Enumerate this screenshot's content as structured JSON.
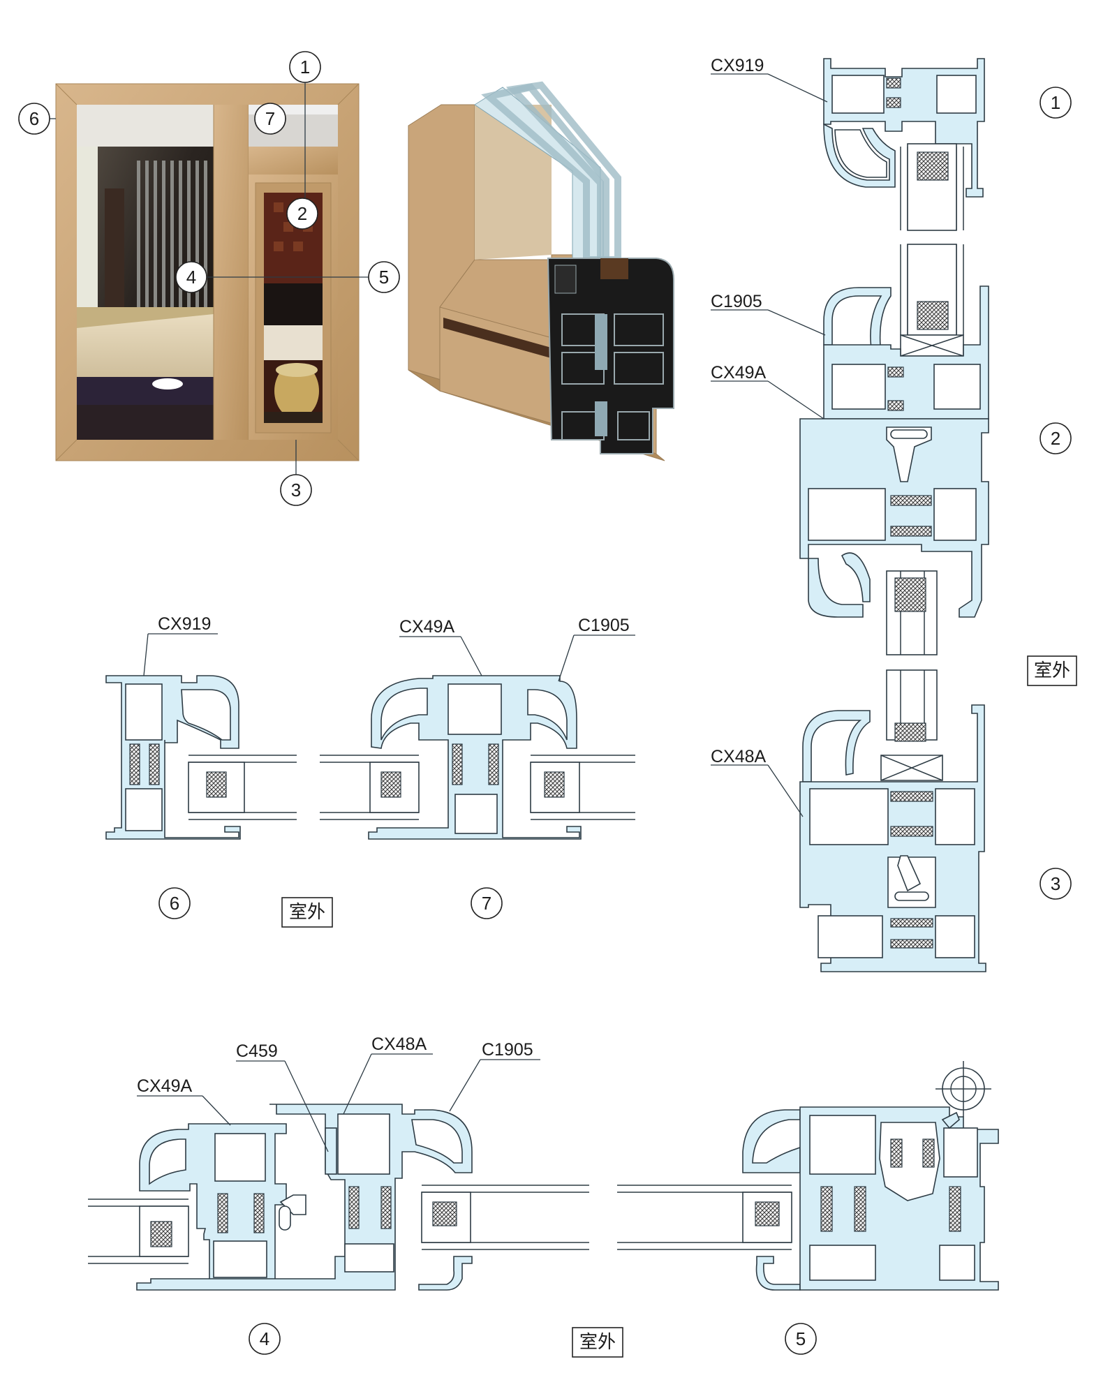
{
  "photo": {
    "callouts": [
      "1",
      "2",
      "3",
      "4",
      "5",
      "6",
      "7"
    ]
  },
  "sections": {
    "section_1": {
      "number": "1",
      "label": "CX919"
    },
    "section_2": {
      "number": "2",
      "labels": [
        "C1905",
        "CX49A"
      ]
    },
    "section_3": {
      "number": "3",
      "label": "CX48A"
    },
    "section_6": {
      "number": "6",
      "label": "CX919"
    },
    "section_7": {
      "number": "7",
      "labels": [
        "CX49A",
        "C1905"
      ]
    },
    "section_4": {
      "number": "4",
      "labels": [
        "CX49A",
        "C459",
        "CX48A",
        "C1905"
      ]
    },
    "section_5": {
      "number": "5"
    }
  },
  "outdoor_labels": {
    "right": "室外",
    "middle": "室外",
    "bottom": "室外"
  },
  "colors": {
    "frame": "#c9a57a",
    "profile_fill": "#d7eef7",
    "outline": "#2d3b44"
  }
}
